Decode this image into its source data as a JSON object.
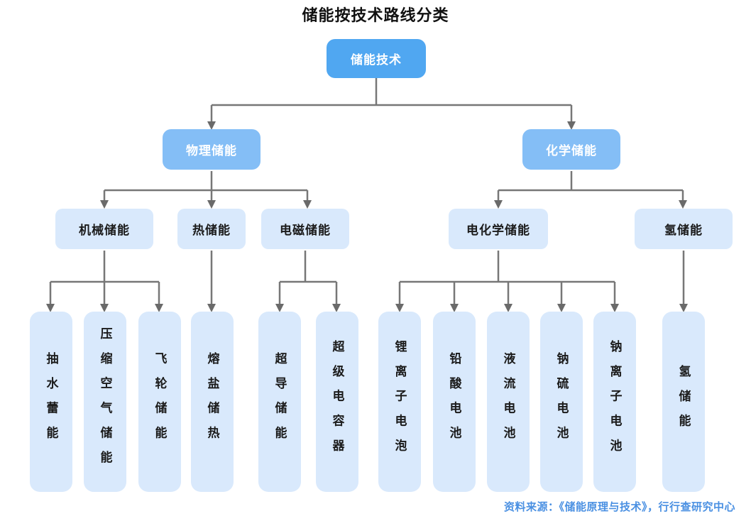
{
  "title": "储能按技术路线分类",
  "source_note": "资料来源：《储能原理与技术》，行行查研究中心",
  "colors": {
    "root_fill": "#50A7F1",
    "branch_fill": "#84BEF6",
    "light_fill": "#D9E9FC",
    "line": "#777777",
    "arrow": "#6A6A6A",
    "source_text": "#4A90E2",
    "title_text": "#111111"
  },
  "tree": {
    "root": {
      "label": "储能技术"
    },
    "branches": [
      {
        "label": "物理储能",
        "categories": [
          {
            "label": "机械储能",
            "leaves": [
              "抽水蕾能",
              "压缩空气储能",
              "飞轮储能"
            ]
          },
          {
            "label": "热储能",
            "leaves": [
              "熔盐储热"
            ]
          },
          {
            "label": "电磁储能",
            "leaves": [
              "超导储能",
              "超级电容器"
            ]
          }
        ]
      },
      {
        "label": "化学储能",
        "categories": [
          {
            "label": "电化学储能",
            "leaves": [
              "锂离子电泡",
              "铅酸电池",
              "液流电池",
              "钠硫电池",
              "钠离子电池"
            ]
          },
          {
            "label": "氢储能",
            "leaves": [
              "氢储能"
            ]
          }
        ]
      }
    ]
  }
}
